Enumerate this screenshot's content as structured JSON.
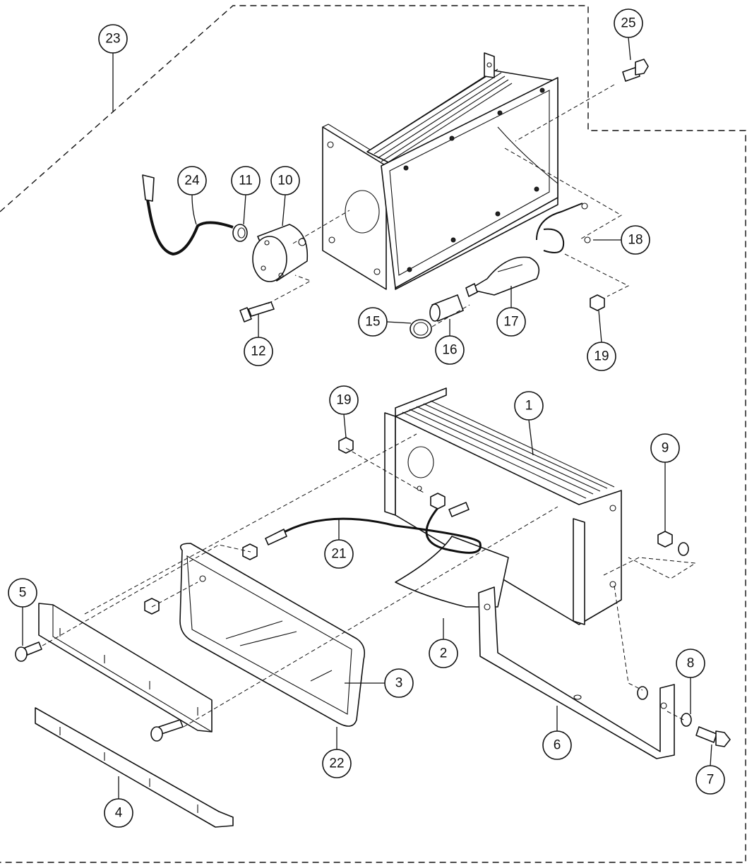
{
  "diagram": {
    "callouts": [
      {
        "id": "c1",
        "label": "1"
      },
      {
        "id": "c2",
        "label": "2"
      },
      {
        "id": "c3",
        "label": "3"
      },
      {
        "id": "c4",
        "label": "4"
      },
      {
        "id": "c5",
        "label": "5"
      },
      {
        "id": "c6",
        "label": "6"
      },
      {
        "id": "c7",
        "label": "7"
      },
      {
        "id": "c8",
        "label": "8"
      },
      {
        "id": "c9",
        "label": "9"
      },
      {
        "id": "c10",
        "label": "10"
      },
      {
        "id": "c11",
        "label": "11"
      },
      {
        "id": "c12",
        "label": "12"
      },
      {
        "id": "c15",
        "label": "15"
      },
      {
        "id": "c16",
        "label": "16"
      },
      {
        "id": "c17",
        "label": "17"
      },
      {
        "id": "c18",
        "label": "18"
      },
      {
        "id": "c19a",
        "label": "19"
      },
      {
        "id": "c19b",
        "label": "19"
      },
      {
        "id": "c21",
        "label": "21"
      },
      {
        "id": "c22",
        "label": "22"
      },
      {
        "id": "c23",
        "label": "23"
      },
      {
        "id": "c24",
        "label": "24"
      },
      {
        "id": "c25",
        "label": "25"
      }
    ]
  }
}
